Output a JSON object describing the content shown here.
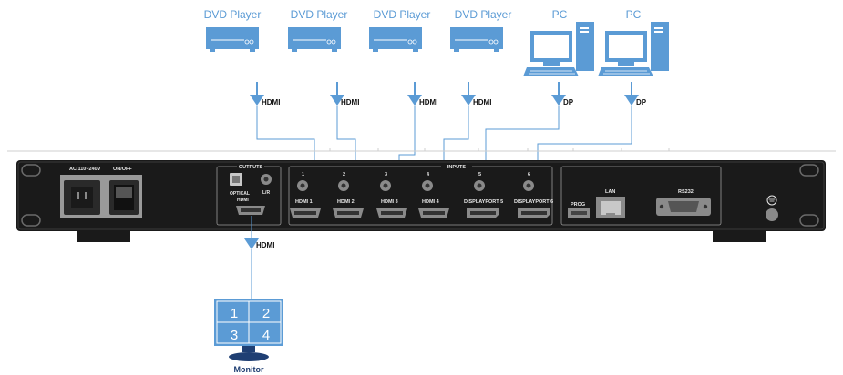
{
  "sources": [
    {
      "label": "DVD Player",
      "type": "dvd-player",
      "link": "HDMI"
    },
    {
      "label": "DVD Player",
      "type": "dvd-player",
      "link": "HDMI"
    },
    {
      "label": "DVD Player",
      "type": "dvd-player",
      "link": "HDMI"
    },
    {
      "label": "DVD Player",
      "type": "dvd-player",
      "link": "HDMI"
    },
    {
      "label": "PC",
      "type": "pc",
      "link": "DP"
    },
    {
      "label": "PC",
      "type": "pc",
      "link": "DP"
    }
  ],
  "device": {
    "power_label": "AC 110~240V",
    "switch_label": "ON/OFF",
    "outputs_title": "OUTPUTS",
    "optical_label": "OPTICAL",
    "lr_label": "L/R",
    "hdmi_out_label": "HDMI",
    "inputs_title": "INPUTS",
    "inputs": [
      {
        "num": "1",
        "label": "HDMI 1"
      },
      {
        "num": "2",
        "label": "HDMI 2"
      },
      {
        "num": "3",
        "label": "HDMI 3"
      },
      {
        "num": "4",
        "label": "HDMI 4"
      },
      {
        "num": "5",
        "label": "DISPLAYPORT 5"
      },
      {
        "num": "6",
        "label": "DISPLAYPORT 6"
      }
    ],
    "prog_label": "PROG",
    "lan_label": "LAN",
    "rs232_label": "RS232"
  },
  "output_link": "HDMI",
  "monitor": {
    "label": "Monitor",
    "quadrants": [
      "1",
      "2",
      "3",
      "4"
    ]
  },
  "colors": {
    "accent": "#5b9bd5",
    "accent_dark": "#2e75b6",
    "chassis": "#1a1a1a",
    "port": "#8a8a8a"
  }
}
